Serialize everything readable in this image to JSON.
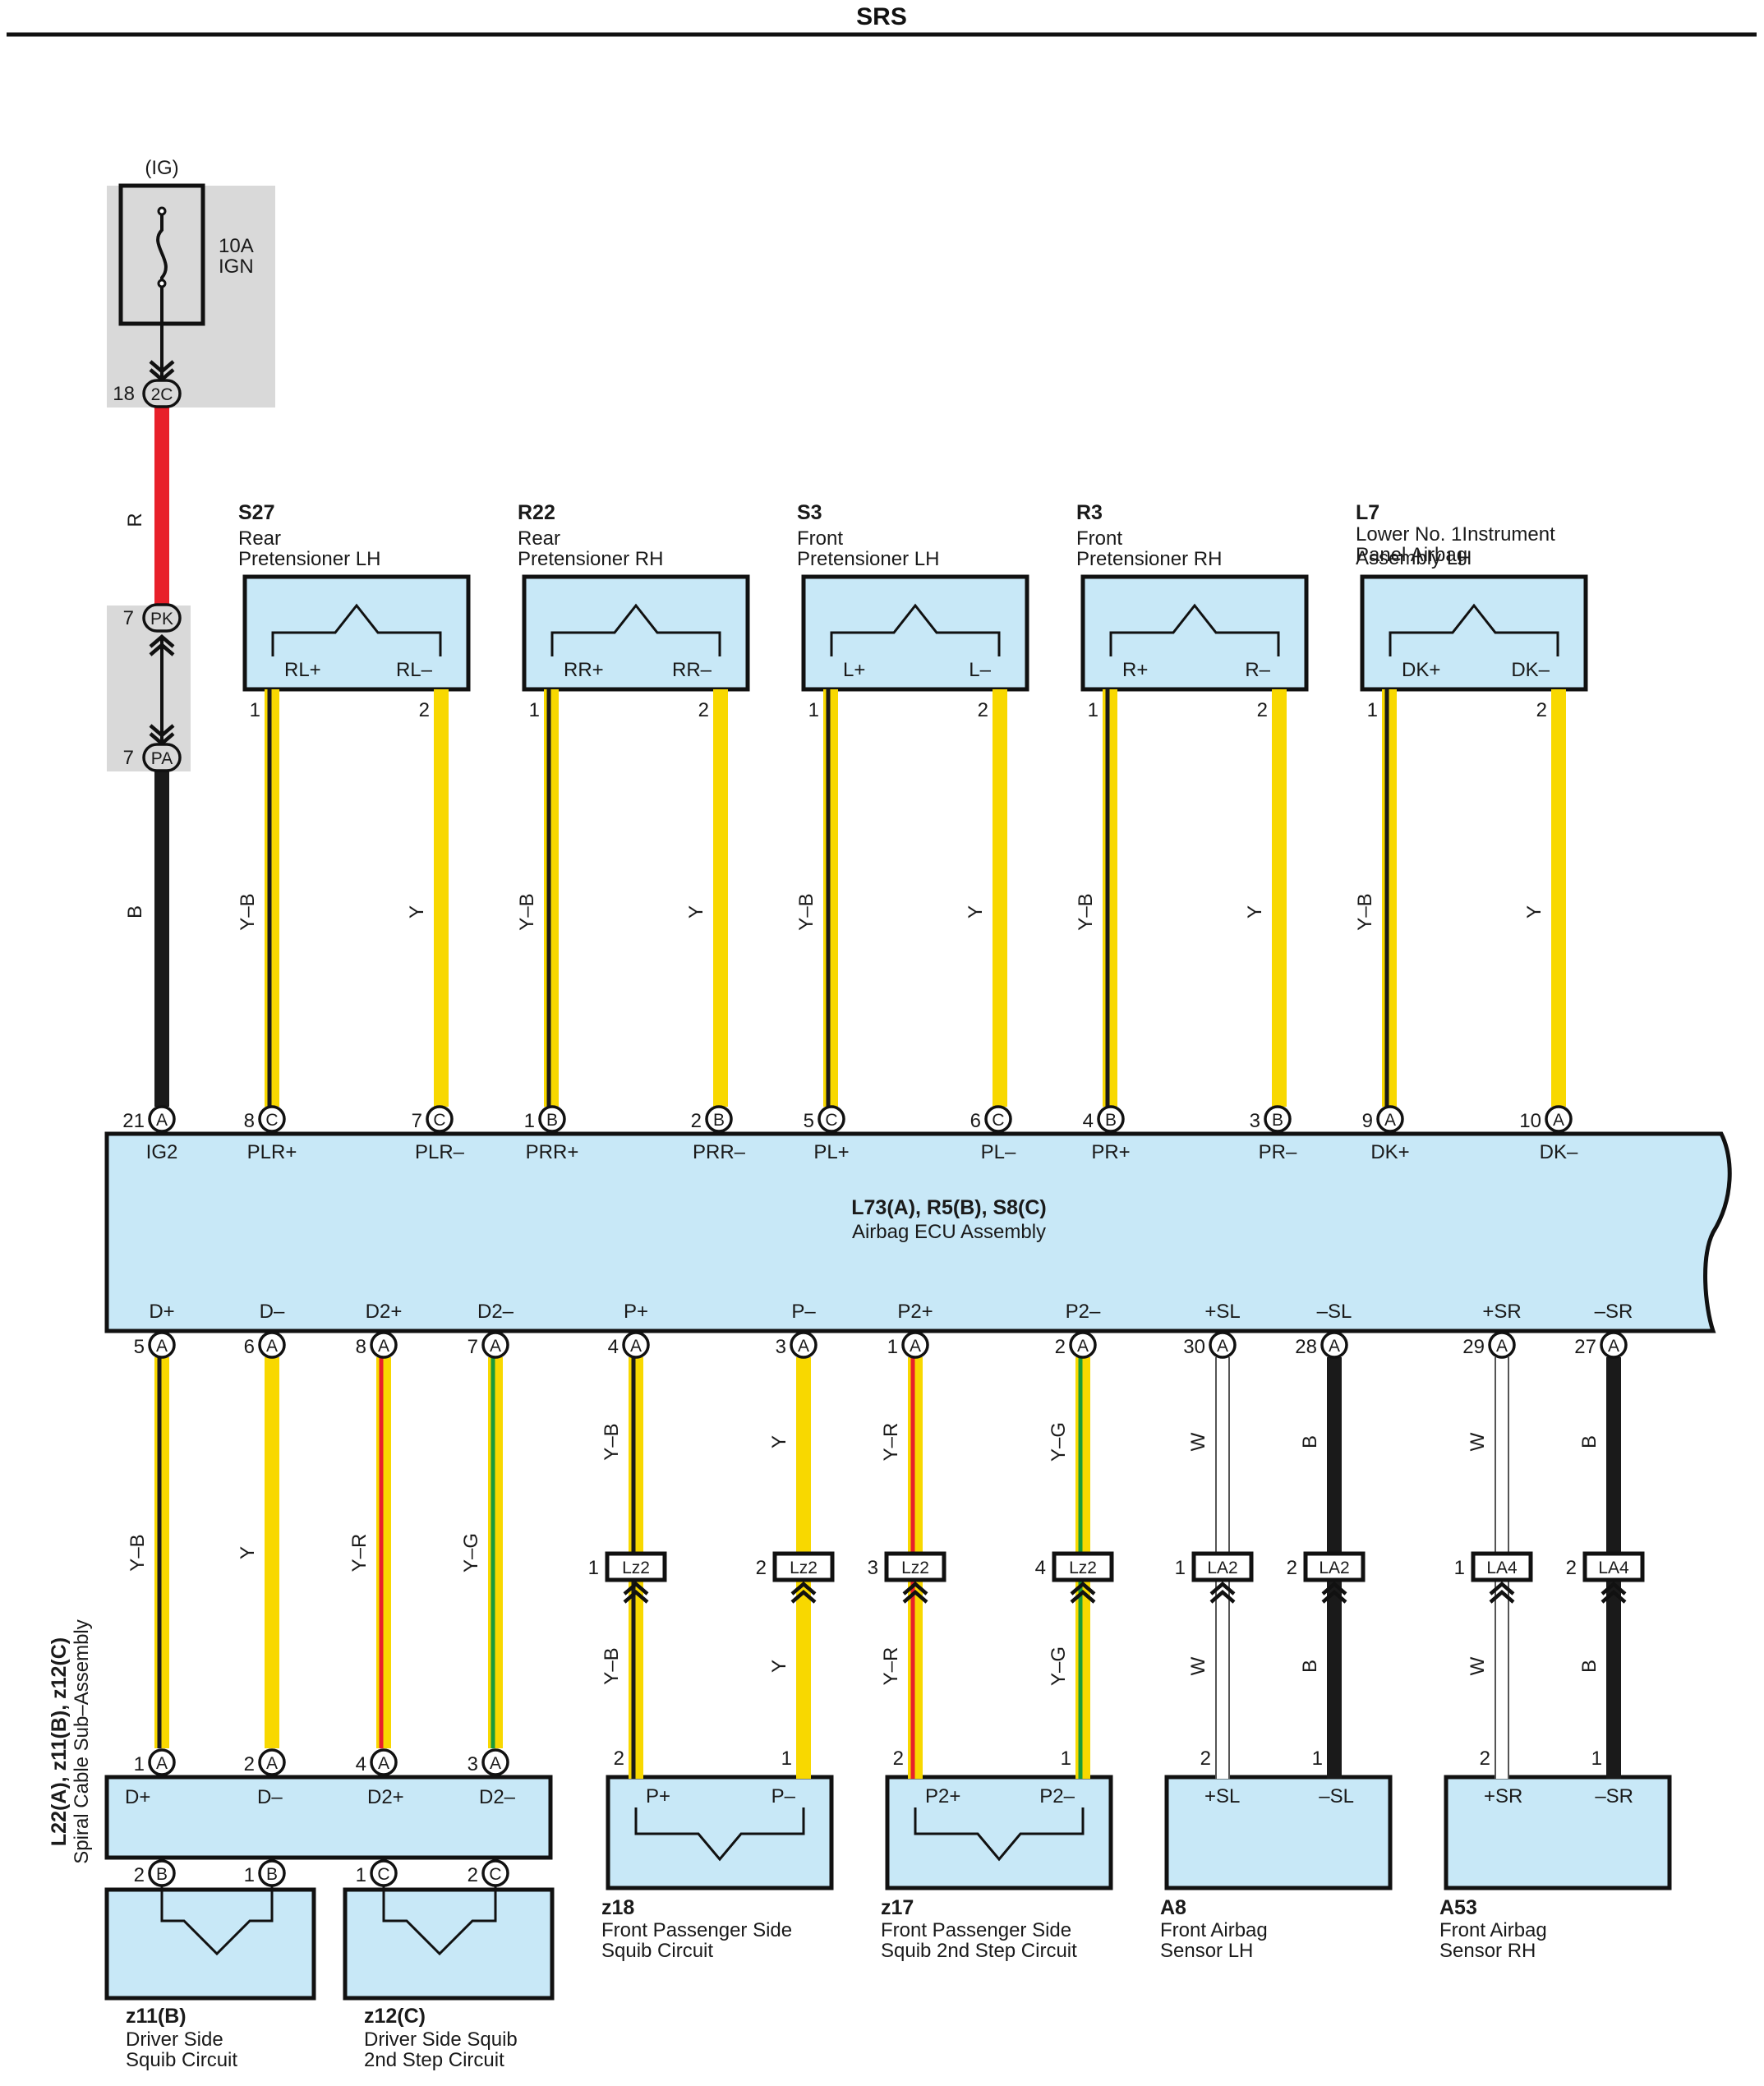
{
  "title": "SRS",
  "fuse": {
    "supply": "(IG)",
    "rating": "10A",
    "name": "IGN",
    "pin": "18",
    "connector": "2C"
  },
  "junction": {
    "upper": {
      "pin": "7",
      "connector": "PK"
    },
    "lower": {
      "pin": "7",
      "connector": "PA"
    }
  },
  "ecu": {
    "id": "L73(A), R5(B), S8(C)",
    "name": "Airbag ECU Assembly",
    "top_pins": [
      {
        "pin": "21",
        "conn": "A",
        "label": "IG2",
        "color": "B"
      },
      {
        "pin": "8",
        "conn": "C",
        "label": "PLR+",
        "color": "Y–B"
      },
      {
        "pin": "7",
        "conn": "C",
        "label": "PLR–",
        "color": "Y"
      },
      {
        "pin": "1",
        "conn": "B",
        "label": "PRR+",
        "color": "Y–B"
      },
      {
        "pin": "2",
        "conn": "B",
        "label": "PRR–",
        "color": "Y"
      },
      {
        "pin": "5",
        "conn": "C",
        "label": "PL+",
        "color": "Y–B"
      },
      {
        "pin": "6",
        "conn": "C",
        "label": "PL–",
        "color": "Y"
      },
      {
        "pin": "4",
        "conn": "B",
        "label": "PR+",
        "color": "Y–B"
      },
      {
        "pin": "3",
        "conn": "B",
        "label": "PR–",
        "color": "Y"
      },
      {
        "pin": "9",
        "conn": "A",
        "label": "DK+",
        "color": "Y–B"
      },
      {
        "pin": "10",
        "conn": "A",
        "label": "DK–",
        "color": "Y"
      }
    ],
    "bottom_pins": [
      {
        "pin": "5",
        "conn": "A",
        "label": "D+",
        "color": "Y–B"
      },
      {
        "pin": "6",
        "conn": "A",
        "label": "D–",
        "color": "Y"
      },
      {
        "pin": "8",
        "conn": "A",
        "label": "D2+",
        "color": "Y–R"
      },
      {
        "pin": "7",
        "conn": "A",
        "label": "D2–",
        "color": "Y–G"
      },
      {
        "pin": "4",
        "conn": "A",
        "label": "P+",
        "color": "Y–B"
      },
      {
        "pin": "3",
        "conn": "A",
        "label": "P–",
        "color": "Y"
      },
      {
        "pin": "1",
        "conn": "A",
        "label": "P2+",
        "color": "Y–R"
      },
      {
        "pin": "2",
        "conn": "A",
        "label": "P2–",
        "color": "Y–G"
      },
      {
        "pin": "30",
        "conn": "A",
        "label": "+SL",
        "color": "W"
      },
      {
        "pin": "28",
        "conn": "A",
        "label": "–SL",
        "color": "B"
      },
      {
        "pin": "29",
        "conn": "A",
        "label": "+SR",
        "color": "W"
      },
      {
        "pin": "27",
        "conn": "A",
        "label": "–SR",
        "color": "B"
      }
    ]
  },
  "wire_labels": {
    "power_upper": "R",
    "power_lower": "B"
  },
  "pretensioners": [
    {
      "id": "S27",
      "name1": "Rear",
      "name2": "Pretensioner LH",
      "name3": "",
      "plus": "RL+",
      "minus": "RL–",
      "pin_plus": "1",
      "pin_minus": "2"
    },
    {
      "id": "R22",
      "name1": "Rear",
      "name2": "Pretensioner RH",
      "name3": "",
      "plus": "RR+",
      "minus": "RR–",
      "pin_plus": "1",
      "pin_minus": "2"
    },
    {
      "id": "S3",
      "name1": "Front",
      "name2": "Pretensioner LH",
      "name3": "",
      "plus": "L+",
      "minus": "L–",
      "pin_plus": "1",
      "pin_minus": "2"
    },
    {
      "id": "R3",
      "name1": "Front",
      "name2": "Pretensioner RH",
      "name3": "",
      "plus": "R+",
      "minus": "R–",
      "pin_plus": "1",
      "pin_minus": "2"
    },
    {
      "id": "L7",
      "name1": "Lower No. 1Instrument",
      "name2": "Panel Airbag",
      "name3": "Assembly LH",
      "plus": "DK+",
      "minus": "DK–",
      "pin_plus": "1",
      "pin_minus": "2"
    }
  ],
  "inline_connectors": [
    {
      "pin": "1",
      "conn": "Lz2"
    },
    {
      "pin": "2",
      "conn": "Lz2"
    },
    {
      "pin": "3",
      "conn": "Lz2"
    },
    {
      "pin": "4",
      "conn": "Lz2"
    },
    {
      "pin": "1",
      "conn": "LA2"
    },
    {
      "pin": "2",
      "conn": "LA2"
    },
    {
      "pin": "1",
      "conn": "LA4"
    },
    {
      "pin": "2",
      "conn": "LA4"
    }
  ],
  "spiral_cable": {
    "id": "L22(A), z11(B), z12(C)",
    "name": "Spiral Cable Sub–Assembly",
    "top_pins": [
      {
        "pin": "1",
        "conn": "A",
        "label": "D+"
      },
      {
        "pin": "2",
        "conn": "A",
        "label": "D–"
      },
      {
        "pin": "4",
        "conn": "A",
        "label": "D2+"
      },
      {
        "pin": "3",
        "conn": "A",
        "label": "D2–"
      }
    ],
    "bottom_pins": [
      {
        "pin": "2",
        "conn": "B"
      },
      {
        "pin": "1",
        "conn": "B"
      },
      {
        "pin": "1",
        "conn": "C"
      },
      {
        "pin": "2",
        "conn": "C"
      }
    ]
  },
  "squibs": [
    {
      "id": "z11(B)",
      "name1": "Driver Side",
      "name2": "Squib Circuit"
    },
    {
      "id": "z12(C)",
      "name1": "Driver Side Squib",
      "name2": "2nd Step Circuit"
    }
  ],
  "bottom_devices": [
    {
      "id": "z18",
      "name1": "Front Passenger Side",
      "name2": "Squib Circuit",
      "plus": "P+",
      "minus": "P–",
      "pin_plus": "2",
      "pin_minus": "1"
    },
    {
      "id": "z17",
      "name1": "Front Passenger Side",
      "name2": "Squib 2nd Step Circuit",
      "plus": "P2+",
      "minus": "P2–",
      "pin_plus": "2",
      "pin_minus": "1"
    },
    {
      "id": "A8",
      "name1": "Front Airbag",
      "name2": "Sensor LH",
      "plus": "+SL",
      "minus": "–SL",
      "pin_plus": "2",
      "pin_minus": "1"
    },
    {
      "id": "A53",
      "name1": "Front Airbag",
      "name2": "Sensor RH",
      "plus": "+SR",
      "minus": "–SR",
      "pin_plus": "2",
      "pin_minus": "1"
    }
  ],
  "colors": {
    "yellow": "#f8d800",
    "red": "#e8202a",
    "green": "#1a9a3a",
    "black": "#1a1a1a",
    "box": "#c8e8f7",
    "gray": "#d9d9d9"
  }
}
